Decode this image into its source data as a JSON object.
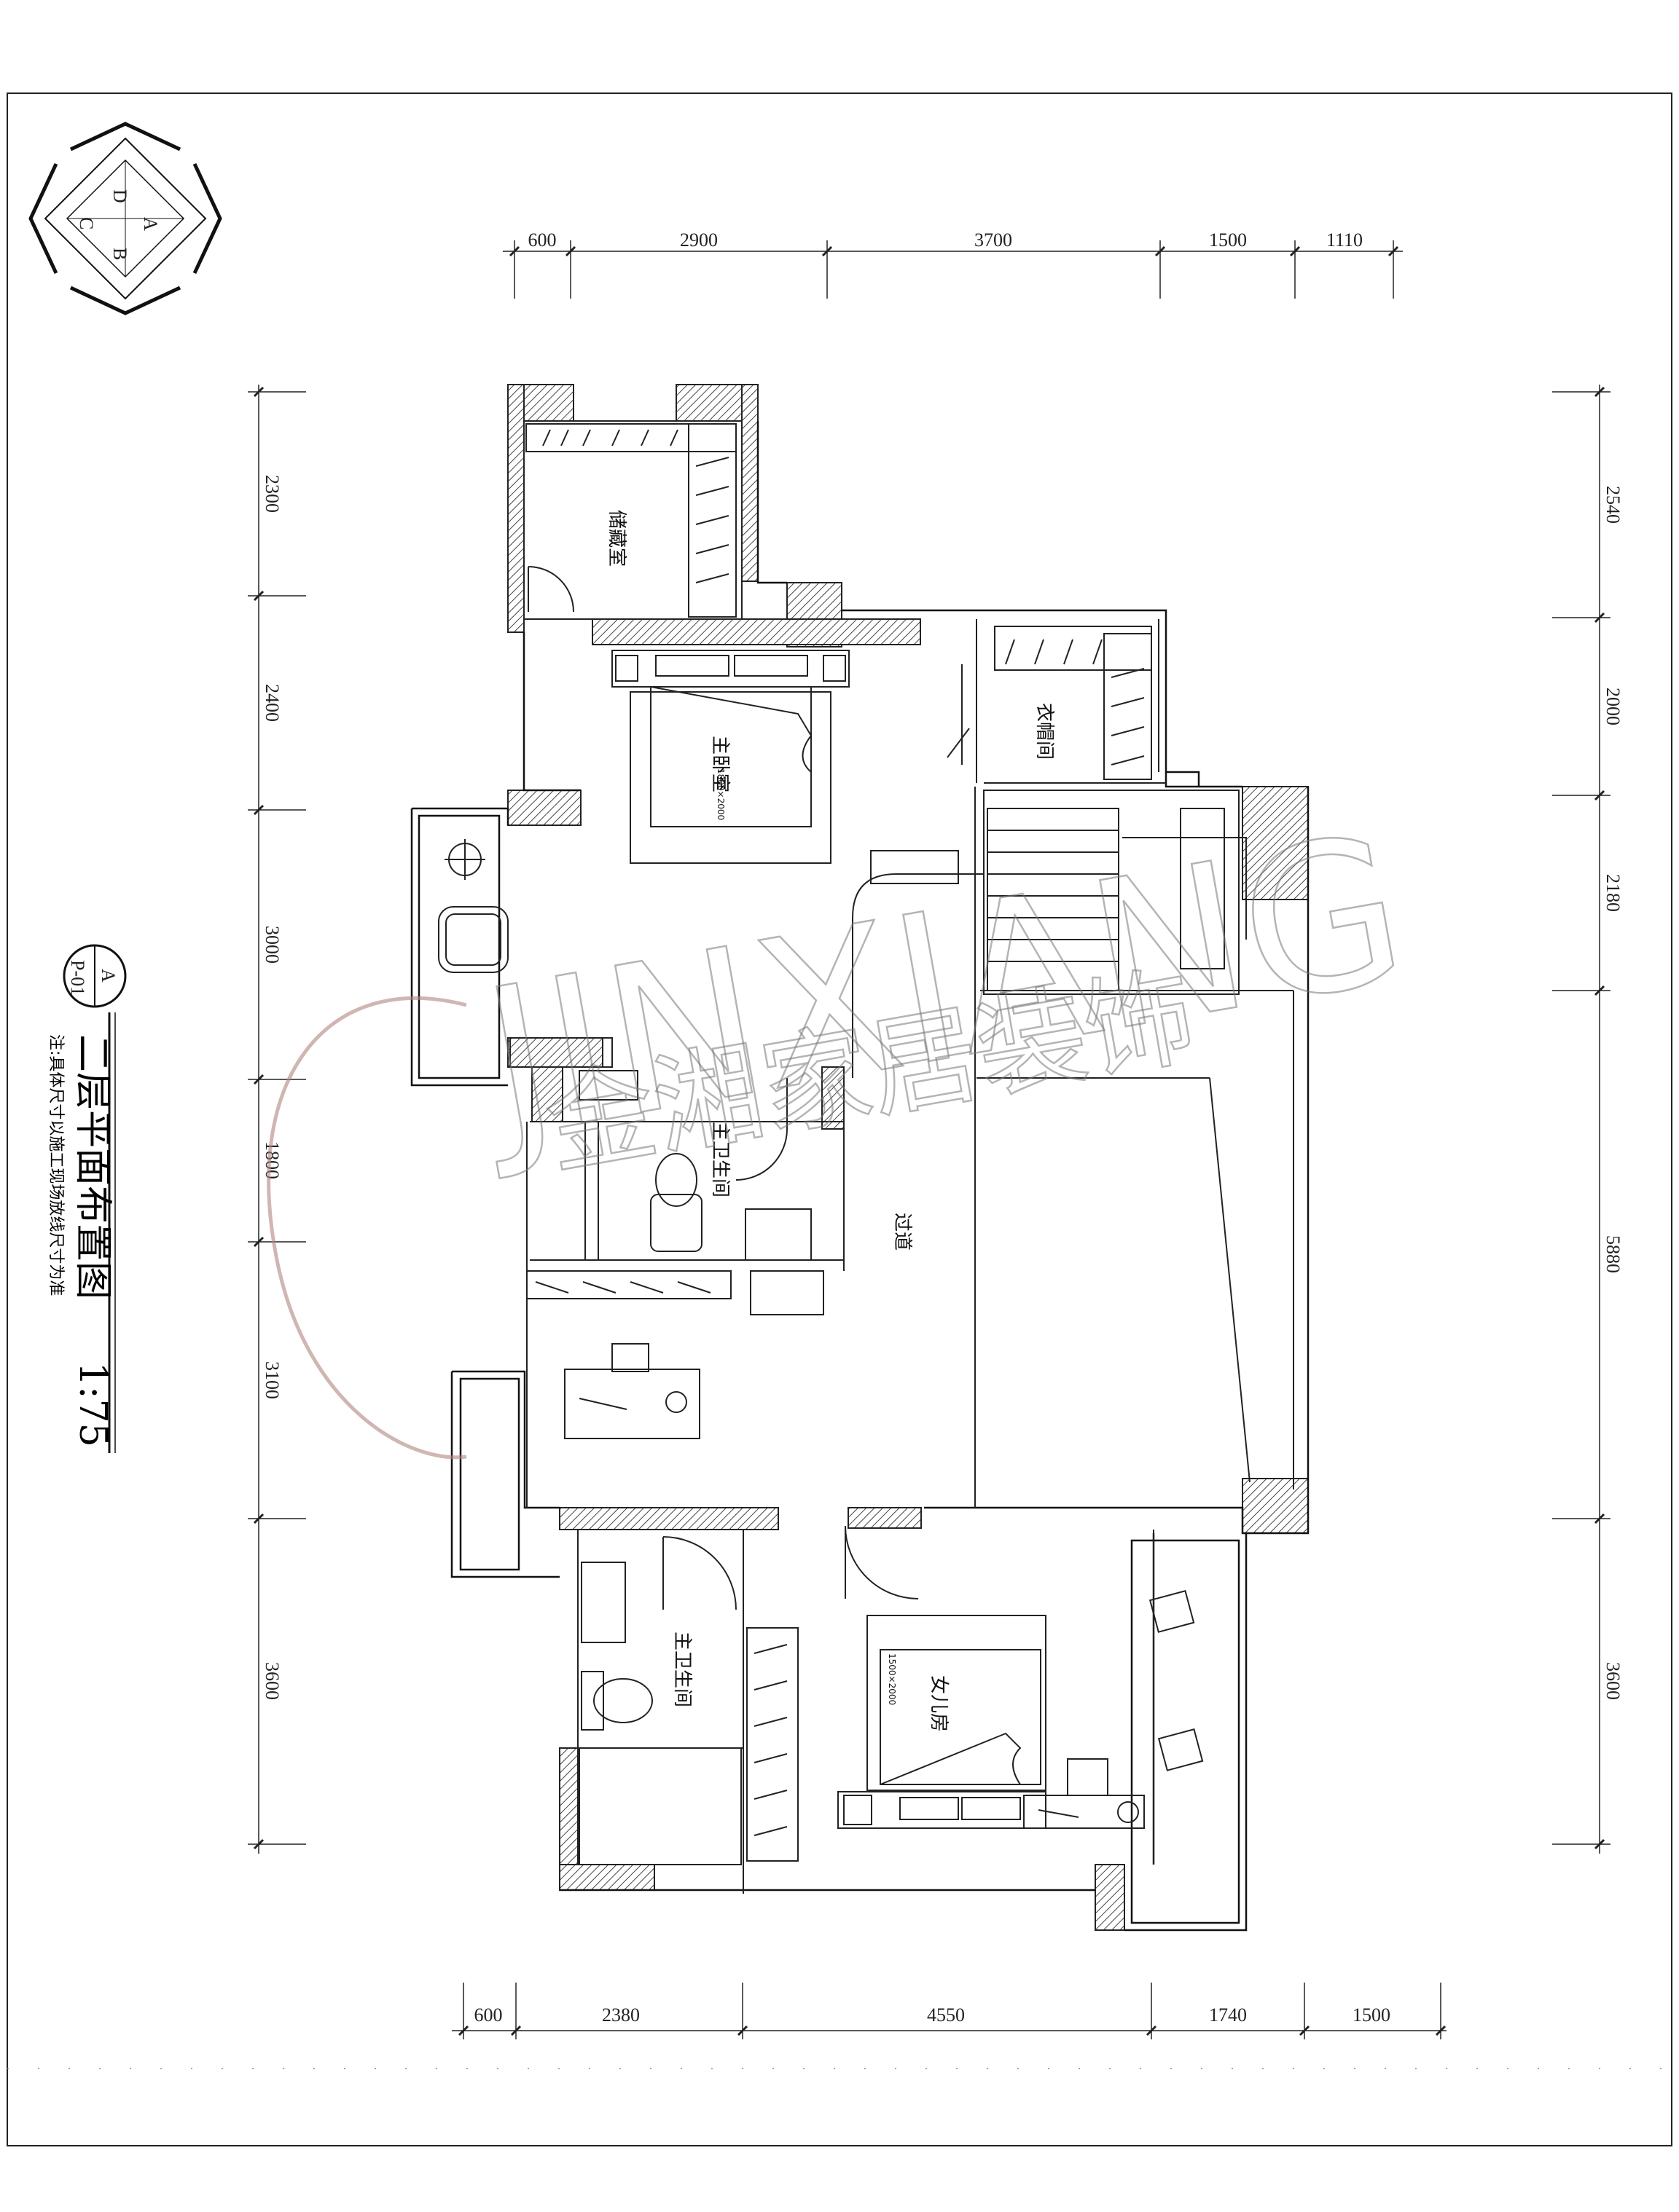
{
  "drawing": {
    "title": "二层平面布置图",
    "scale": "1:75",
    "note": "注:具体尺寸以施工现场放线尺寸为准",
    "index_symbol": {
      "top": "A",
      "bottom": "P-01"
    },
    "compass_letters": [
      "D",
      "A",
      "C",
      "B"
    ]
  },
  "dimensions": {
    "top": [
      "600",
      "2900",
      "3700",
      "1500",
      "1110"
    ],
    "bottom": [
      "600",
      "2380",
      "4550",
      "1740",
      "1500"
    ],
    "left": [
      "2300",
      "2400",
      "3000",
      "1800",
      "3100",
      "3600"
    ],
    "right": [
      "2540",
      "2000",
      "2180",
      "5880",
      "3600"
    ]
  },
  "rooms": {
    "storage": "储藏室",
    "master_bedroom": "主卧室",
    "master_bed_size": "1800×2000",
    "cloakroom": "衣帽间",
    "master_bath": "主卫生间",
    "corridor": "过道",
    "second_bath": "主卫生间",
    "daughter_room": "女儿房",
    "daughter_bed_size": "1500×2000"
  },
  "watermark": {
    "latin": "JINXIANG",
    "chinese": "金湘家居装饰"
  },
  "colors": {
    "line": "#1a1a1a",
    "wall_hatch": "#555555",
    "watermark": "#777777",
    "accent_arc": "#b0867f"
  }
}
